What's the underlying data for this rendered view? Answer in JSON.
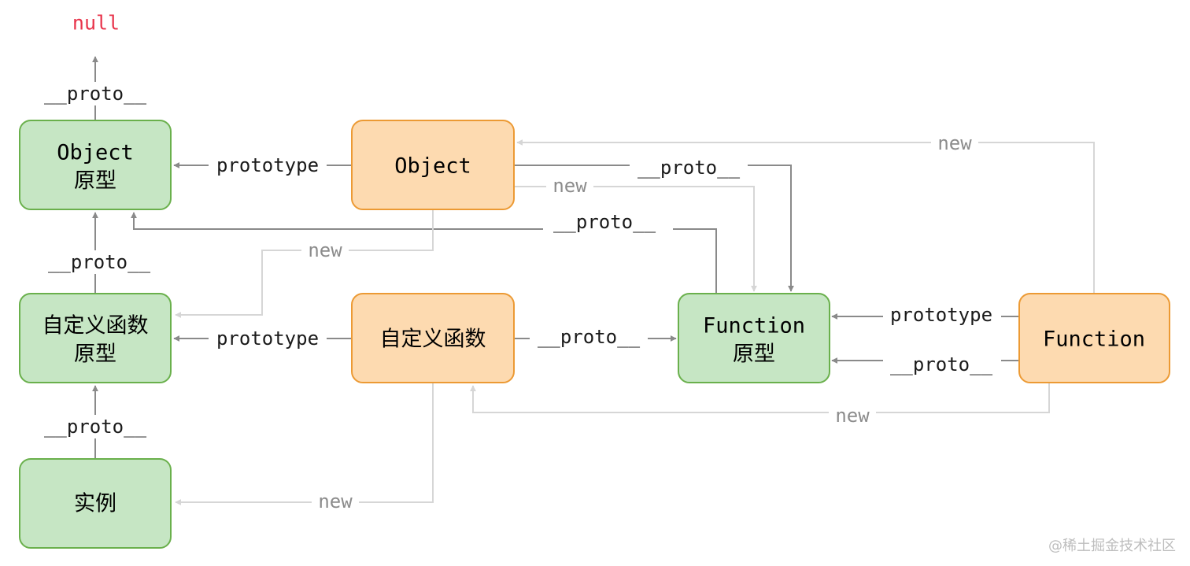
{
  "nodes": {
    "object_proto_line1": "Object",
    "object_proto_line2": "原型",
    "object_ctor": "Object",
    "custom_proto_line1": "自定义函数",
    "custom_proto_line2": "原型",
    "custom_ctor": "自定义函数",
    "function_proto_line1": "Function",
    "function_proto_line2": "原型",
    "function_ctor": "Function",
    "instance": "实例"
  },
  "labels": {
    "null": "null",
    "proto": "__proto__",
    "prototype": "prototype",
    "new": "new"
  },
  "colors": {
    "green_fill": "#c6e6c4",
    "green_stroke": "#6ab04c",
    "orange_fill": "#fddab0",
    "orange_stroke": "#ec9a34",
    "null_text": "#e8334a",
    "dark_edge": "#8a8a8a",
    "light_edge": "#d6d6d6"
  },
  "watermark": "@稀土掘金技术社区"
}
